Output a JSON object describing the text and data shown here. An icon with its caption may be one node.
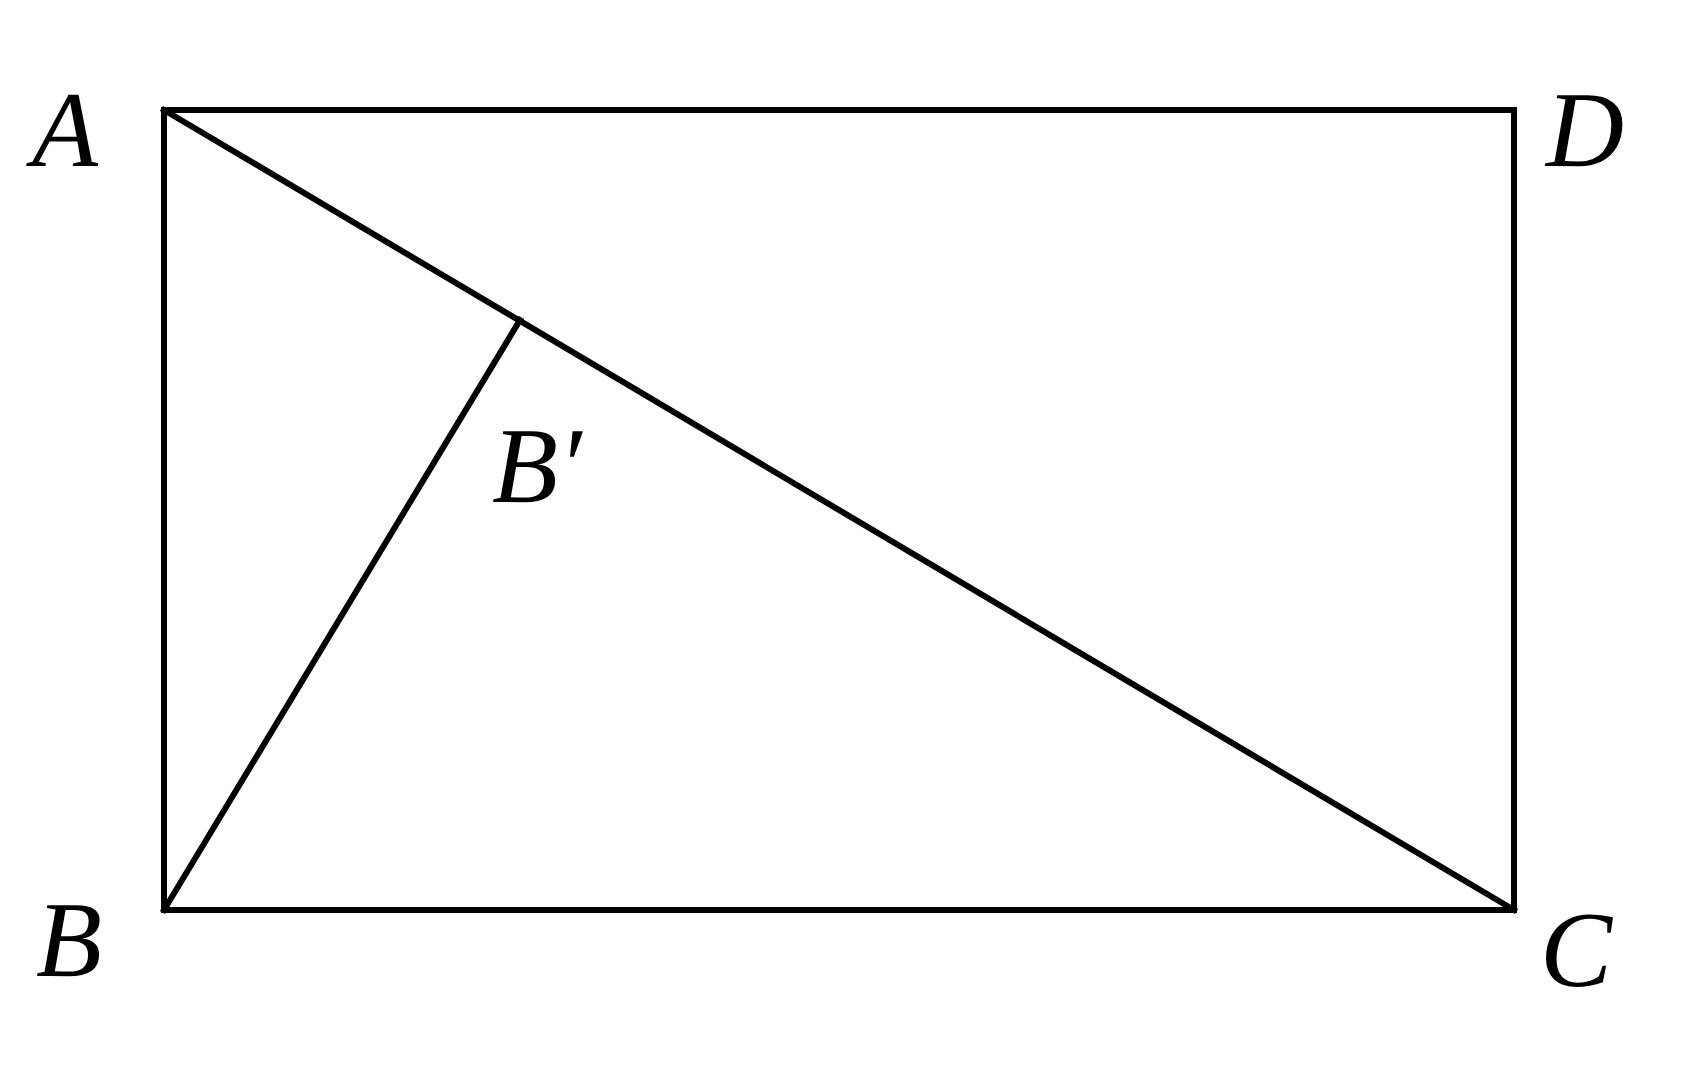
{
  "diagram": {
    "nodes": [
      {
        "text": [
          "A"
        ]
      },
      {
        "text": [
          "D"
        ]
      },
      {
        "text": [
          "B′"
        ]
      },
      {
        "text": [
          "B"
        ]
      },
      {
        "text": [
          "C"
        ]
      }
    ],
    "edges": [
      {
        "from": 0,
        "to": 1,
        "arrow": "none"
      },
      {
        "from": 0,
        "to": 3,
        "arrow": "none"
      },
      {
        "from": 1,
        "to": 4,
        "arrow": "none"
      },
      {
        "from": 3,
        "to": 4,
        "arrow": "none"
      },
      {
        "from": 0,
        "to": 4,
        "arrow": "none"
      },
      {
        "from": 3,
        "to": 2,
        "arrow": "none"
      }
    ]
  }
}
